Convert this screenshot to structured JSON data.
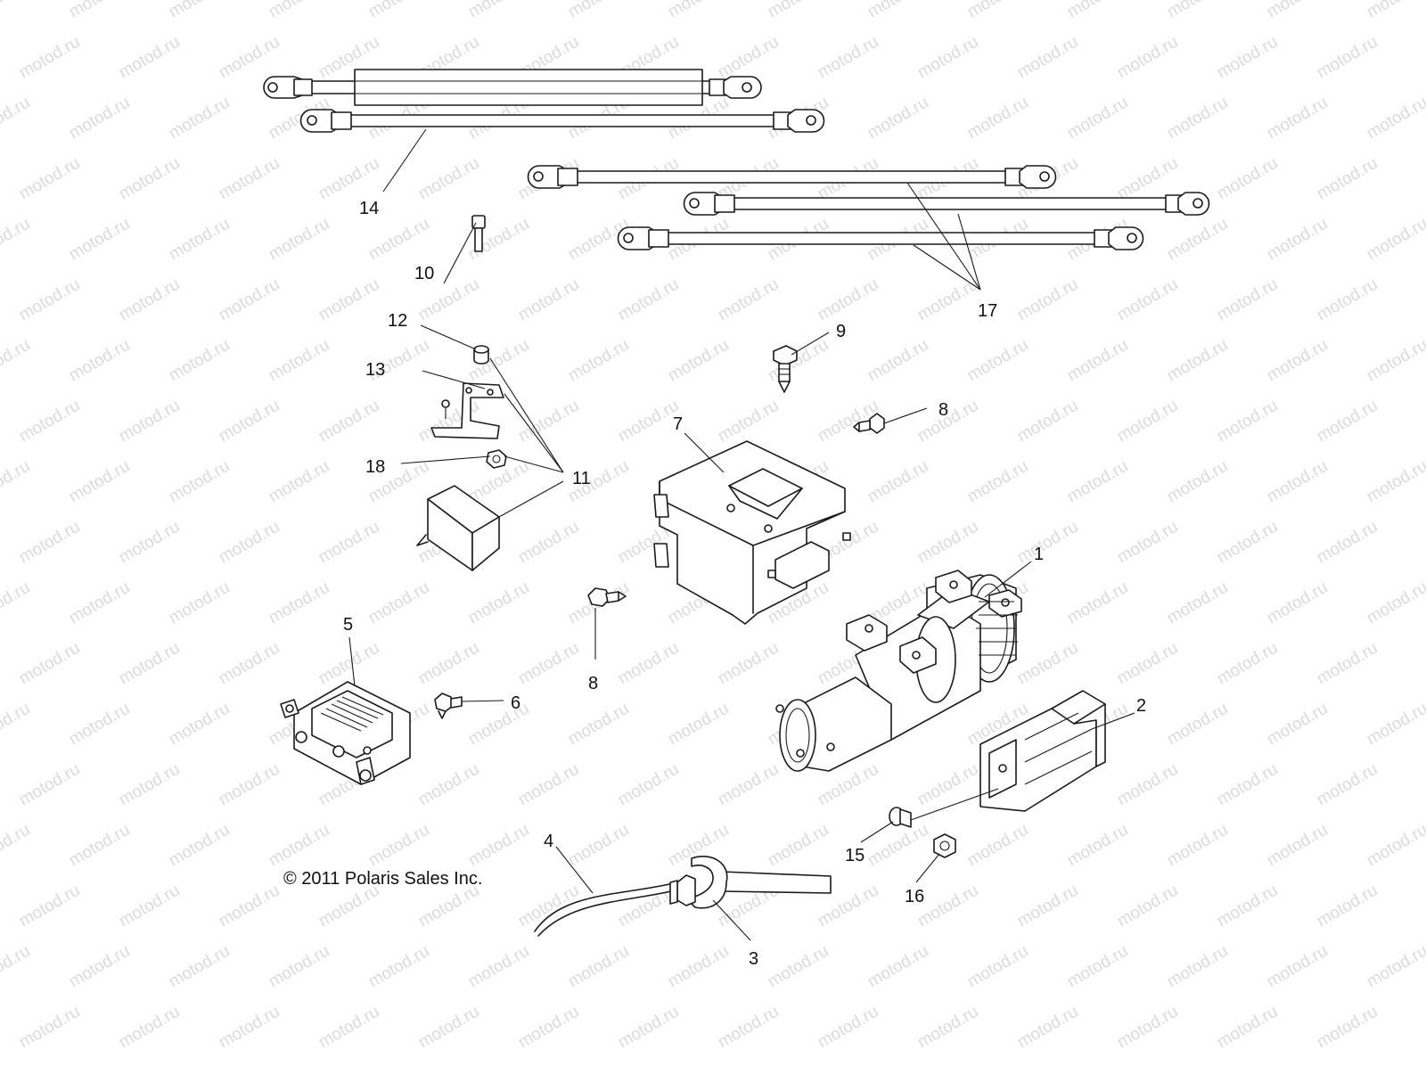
{
  "watermark": "motod.ru",
  "copyright": "© 2011 Polaris Sales Inc.",
  "callouts": [
    "1",
    "2",
    "3",
    "4",
    "5",
    "6",
    "7",
    "8",
    "8",
    "9",
    "10",
    "11",
    "12",
    "13",
    "14",
    "15",
    "16",
    "17",
    "18"
  ],
  "colors": {
    "line": "#1a1a1a",
    "watermark": "#bdbdbd",
    "background": "#ffffff"
  }
}
